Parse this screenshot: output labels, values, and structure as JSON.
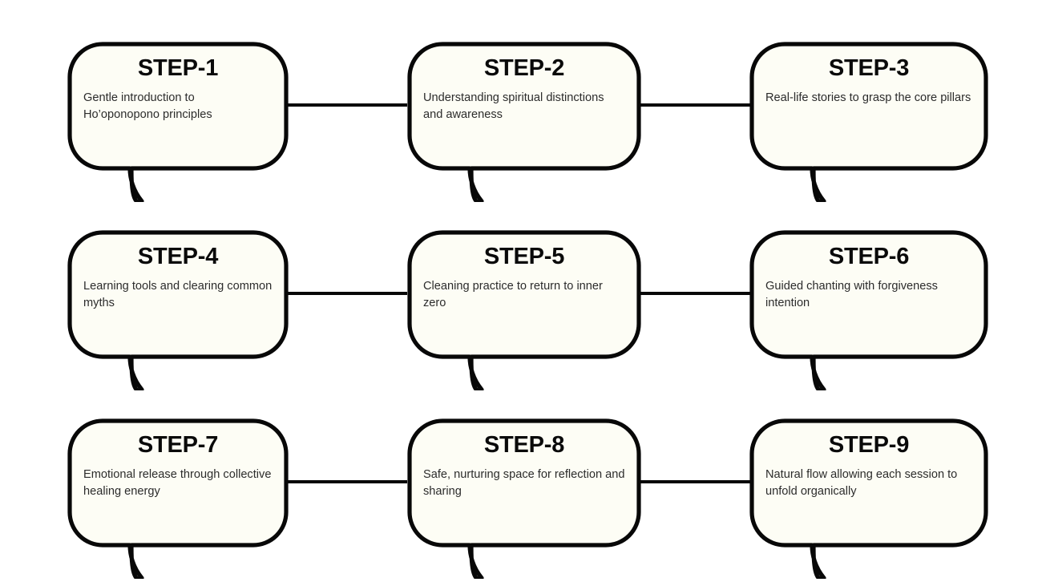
{
  "diagram": {
    "title": "Nine-step speech bubble process flow",
    "background_color": "#ffffff",
    "bubble_fill": "#fdfdf5",
    "stroke_color": "#080808",
    "text_color": "#2c2c2c",
    "title_color": "#0a0a0a",
    "rows": 3,
    "columns": 3
  },
  "steps": [
    {
      "id": "step-1",
      "title": "STEP-1",
      "description": "Gentle introduction to Ho’oponopono principles"
    },
    {
      "id": "step-2",
      "title": "STEP-2",
      "description": "Understanding spiritual distinctions and awareness"
    },
    {
      "id": "step-3",
      "title": "STEP-3",
      "description": "Real-life stories to grasp the core pillars"
    },
    {
      "id": "step-4",
      "title": "STEP-4",
      "description": "Learning tools and clearing common myths"
    },
    {
      "id": "step-5",
      "title": "STEP-5",
      "description": "Cleaning practice to return to inner zero"
    },
    {
      "id": "step-6",
      "title": "STEP-6",
      "description": "Guided chanting with forgiveness intention"
    },
    {
      "id": "step-7",
      "title": "STEP-7",
      "description": "Emotional release through collective healing energy"
    },
    {
      "id": "step-8",
      "title": "STEP-8",
      "description": "Safe, nurturing space for reflection and sharing"
    },
    {
      "id": "step-9",
      "title": "STEP-9",
      "description": "Natural flow allowing each session to unfold organically"
    }
  ],
  "connectors": [
    {
      "id": "connector-1-2",
      "from": "step-1",
      "to": "step-2"
    },
    {
      "id": "connector-2-3",
      "from": "step-2",
      "to": "step-3"
    },
    {
      "id": "connector-4-5",
      "from": "step-4",
      "to": "step-5"
    },
    {
      "id": "connector-5-6",
      "from": "step-5",
      "to": "step-6"
    },
    {
      "id": "connector-7-8",
      "from": "step-7",
      "to": "step-8"
    },
    {
      "id": "connector-8-9",
      "from": "step-8",
      "to": "step-9"
    }
  ]
}
